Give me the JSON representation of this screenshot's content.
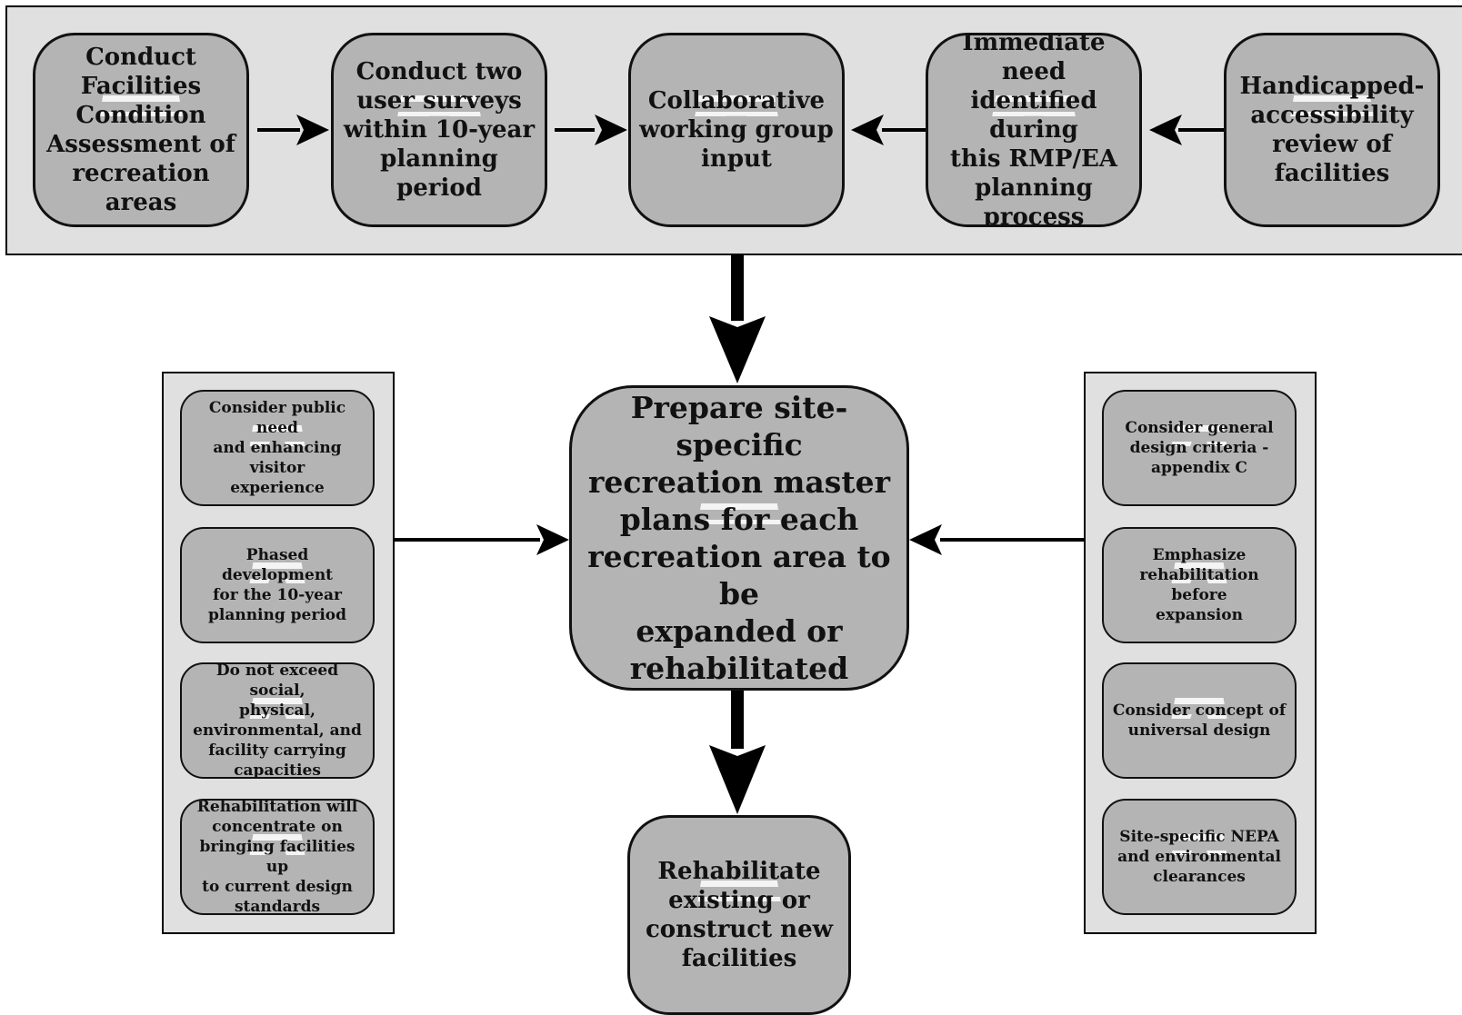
{
  "top_row": [
    {
      "text": "Conduct\nFacilities\nCondition\nAssessment of\nrecreation areas"
    },
    {
      "text": "Conduct two\nuser surveys\nwithin 10-year\nplanning period"
    },
    {
      "text": "Collaborative\nworking group\ninput"
    },
    {
      "text": "Immediate need\nidentified during\nthis RMP/EA\nplanning process"
    },
    {
      "text": "Handicapped-\naccessibility\nreview of\nfacilities"
    }
  ],
  "center": {
    "text": "Prepare site-specific\nrecreation master\nplans for each\nrecreation area to be\nexpanded or\nrehabilitated"
  },
  "bottom": {
    "text": "Rehabilitate\nexisting or\nconstruct new\nfacilities"
  },
  "left_column": [
    {
      "text": "Consider public need\nand enhancing visitor\nexperience"
    },
    {
      "text": "Phased development\nfor the 10-year\nplanning period"
    },
    {
      "text": "Do not exceed social,\nphysical,\nenvironmental, and\nfacility carrying\ncapacities"
    },
    {
      "text": "Rehabilitation will\nconcentrate on\nbringing facilities up\nto current design\nstandards"
    }
  ],
  "right_column": [
    {
      "text": "Consider general\ndesign criteria -\nappendix C"
    },
    {
      "text": "Emphasize\nrehabilitation before\nexpansion"
    },
    {
      "text": "Consider concept of\nuniversal design"
    },
    {
      "text": "Site-specific NEPA\nand environmental\nclearances"
    }
  ],
  "colors": {
    "panel": "#e0e0e0",
    "box": "#b4b4b4",
    "stroke": "#111111"
  }
}
